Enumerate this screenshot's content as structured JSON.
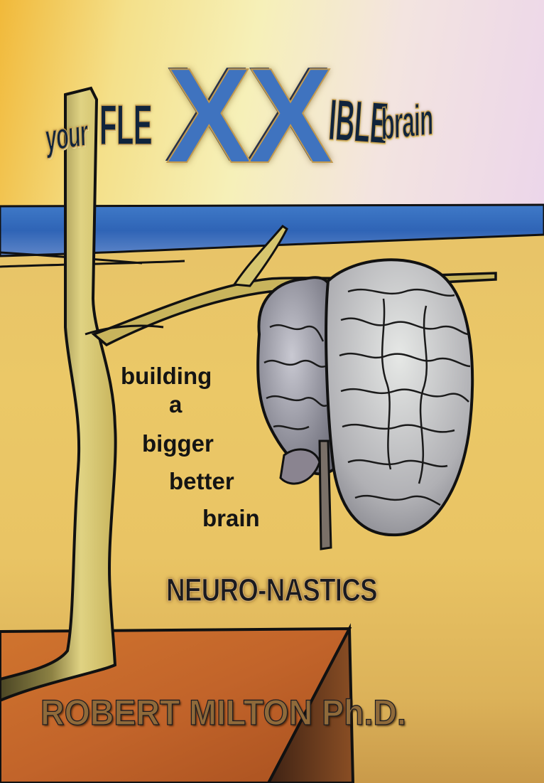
{
  "cover": {
    "title": {
      "prefix": "your",
      "part1": "FLE",
      "xx": "XX",
      "part2": "IBLE",
      "suffix": "brain",
      "full": "your FLEXXIBLE brain"
    },
    "subtitle_lines": [
      "building",
      "a",
      "bigger",
      "better",
      "brain"
    ],
    "series_name": "NEURO-NASTICS",
    "author": "ROBERT MILTON Ph.D."
  },
  "illustration": {
    "elements": [
      "sky",
      "sea",
      "sand",
      "dead-tree",
      "brain-hanging-on-branch",
      "orange-block"
    ],
    "colors": {
      "sky_left": "#f1b93a",
      "sky_right": "#ecd6ea",
      "sea": "#2f64b6",
      "sand": "#e8c466",
      "block_top": "#c86a2a",
      "block_side": "#6a3a1c",
      "brain": "#a8a8b0",
      "tree": "#c7b45a",
      "xx_blue": "#3f73bf"
    }
  }
}
